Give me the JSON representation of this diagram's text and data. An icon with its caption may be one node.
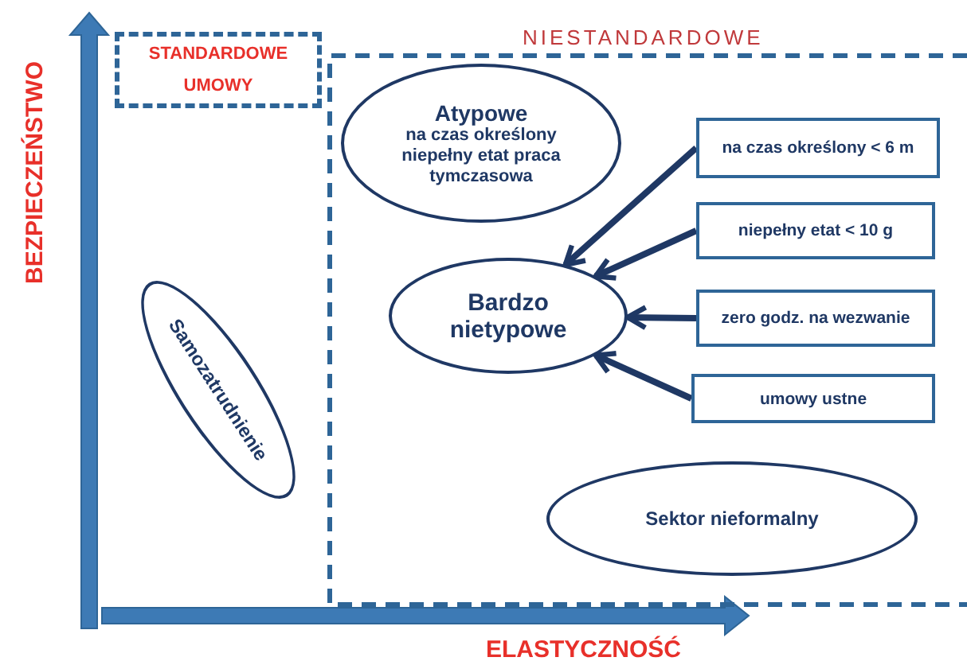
{
  "diagram": {
    "nodes": [
      {
        "text": [
          "STANDARDOWE UMOWY"
        ]
      },
      {
        "text": [
          "NIESTANDARDOWE"
        ]
      },
      {
        "text": [
          "Atypowe",
          "na czas określony niepełny etat praca tymczasowa"
        ],
        "in": 1
      },
      {
        "text": [
          "na czas określony < 6 m"
        ],
        "in": 1
      },
      {
        "text": [
          "niepełny etat < 10 g"
        ],
        "in": 1
      },
      {
        "text": [
          "Bardzo nietypowe"
        ],
        "in": 1
      },
      {
        "text": [
          "zero godz. na wezwanie"
        ],
        "in": 1
      },
      {
        "text": [
          "umowy ustne"
        ],
        "in": 1
      },
      {
        "text": [
          "Samozatrudnienie"
        ]
      },
      {
        "text": [
          "Sektor nieformalny"
        ],
        "in": 1
      }
    ],
    "edges": [
      {
        "from": 3,
        "to": 5,
        "arrow": "to"
      },
      {
        "from": 4,
        "to": 5,
        "arrow": "to"
      },
      {
        "from": 6,
        "to": 5,
        "arrow": "to"
      },
      {
        "from": 7,
        "to": 5,
        "arrow": "to"
      }
    ],
    "labels": [
      "BEZPIECZEŃSTWO",
      "ELASTYCZNOŚĆ"
    ]
  }
}
